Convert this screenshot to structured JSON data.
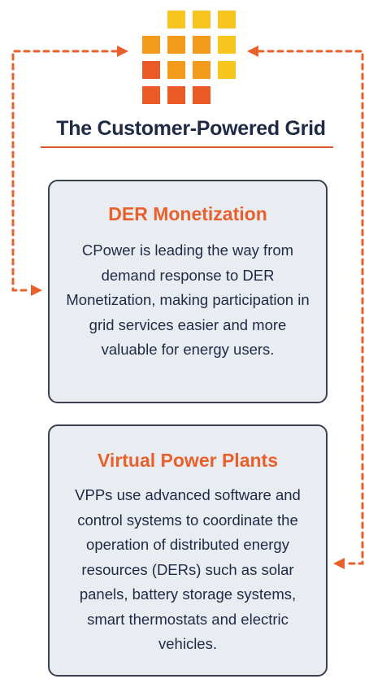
{
  "title": "The Customer-Powered Grid",
  "colors": {
    "accent": "#e8612c",
    "navy": "#1f2a44",
    "card_bg": "#e9ecf1",
    "tile_yellow": "#f7c51e",
    "tile_orange": "#f39a1c",
    "tile_red": "#ec5a28"
  },
  "logo": {
    "icon": "energy-grid-icon",
    "rows": [
      [
        "empty",
        "yellow",
        "yellow",
        "yellow"
      ],
      [
        "orange",
        "orange",
        "orange",
        "yellow"
      ],
      [
        "red",
        "orange",
        "orange",
        "yellow"
      ],
      [
        "red",
        "red",
        "red",
        "empty"
      ]
    ]
  },
  "cards": [
    {
      "title": "DER Monetization",
      "body": "CPower is leading the way from demand response to DER Monetization, making participation in grid services easier and more valuable for energy users."
    },
    {
      "title": "Virtual Power Plants",
      "body": "VPPs use advanced software and control systems to coordinate the operation of distributed energy resources (DERs) such as solar panels, battery storage systems, smart thermostats and electric vehicles."
    }
  ]
}
